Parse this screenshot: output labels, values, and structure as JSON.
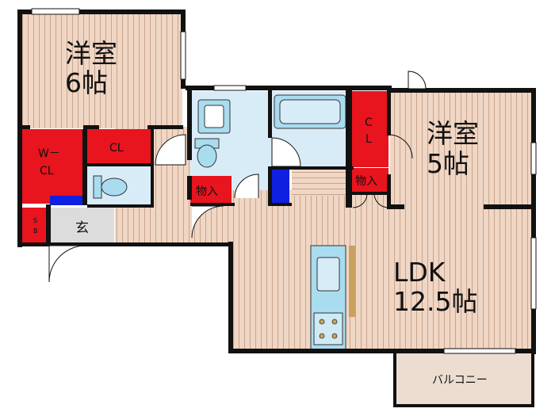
{
  "floor_plan": {
    "rooms": {
      "western_6": {
        "name": "洋室",
        "size": "6帖"
      },
      "western_5": {
        "name": "洋室",
        "size": "5帖"
      },
      "ldk": {
        "name": "LDK",
        "size": "12.5帖"
      },
      "balcony": {
        "name": "バルコニー"
      },
      "entrance": {
        "name": "玄"
      },
      "shoe_box": {
        "label_top": "S",
        "label_bottom": "B"
      }
    },
    "storage": {
      "wcl": {
        "line1": "W－",
        "line2": "CL"
      },
      "cl_left": {
        "label": "CL"
      },
      "cl_right": {
        "line1": "C",
        "line2": "L"
      },
      "monoire_left": {
        "label": "物入"
      },
      "monoire_right": {
        "label": "物入"
      }
    },
    "colors": {
      "wall": "#111111",
      "wood_floor": "#f0d6c4",
      "wood_line": "#c9a48c",
      "wet_area": "#d8ecf8",
      "fixture": "#a9dcef",
      "storage_red": "#e8141e",
      "storage_blue": "#1020e0",
      "entrance": "#dcdcdc",
      "balcony": "#ecddd0",
      "sink_brown": "#c8a060"
    }
  }
}
